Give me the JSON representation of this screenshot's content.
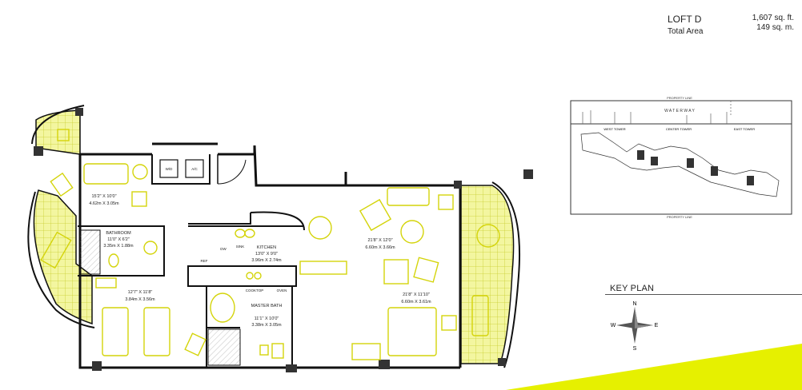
{
  "header": {
    "unit_name": "LOFT D",
    "area_label": "Total Area",
    "sqft": "1,607 sq. ft.",
    "sqm": "149 sq. m."
  },
  "rooms": [
    {
      "dim_ft": "15'2\" X 10'0\"",
      "dim_m": "4.62m X 3.05m"
    },
    {
      "name": "BATHROOM",
      "dim_ft": "11'0\" X 6'2\"",
      "dim_m": "3.35m X 1.88m"
    },
    {
      "dim_ft": "12'7\" X 11'8\"",
      "dim_m": "3.84m X 3.56m"
    },
    {
      "name": "KITCHEN",
      "dim_ft": "13'0\" X 9'0\"",
      "dim_m": "3.96m X 2.74m"
    },
    {
      "dim_ft": "21'8\" X 12'0\"",
      "dim_m": "6.60m X 3.66m"
    },
    {
      "dim_ft": "21'8\" X 11'10\"",
      "dim_m": "6.60m X 3.61m"
    },
    {
      "name": "MASTER BATH",
      "dim_ft": "11'1\" X 10'0\"",
      "dim_m": "3.38m X 3.05m"
    }
  ],
  "fixtures": {
    "wd": "W/D",
    "ac": "A/C",
    "dw": "DW",
    "sink": "SINK",
    "ref": "REF",
    "cooktop": "COOKTOP",
    "oven": "OVEN"
  },
  "key_plan": {
    "title": "KEY PLAN",
    "property_line": "PROPERTY LINE",
    "waterway": "W A T E R W A Y",
    "towers": [
      "WEST TOWER",
      "CENTER TOWER",
      "EAST TOWER"
    ]
  },
  "compass": {
    "n": "N",
    "s": "S",
    "e": "E",
    "w": "W"
  },
  "colors": {
    "accent": "#e6f000",
    "wall": "#111111",
    "furniture": "#c8c800"
  }
}
